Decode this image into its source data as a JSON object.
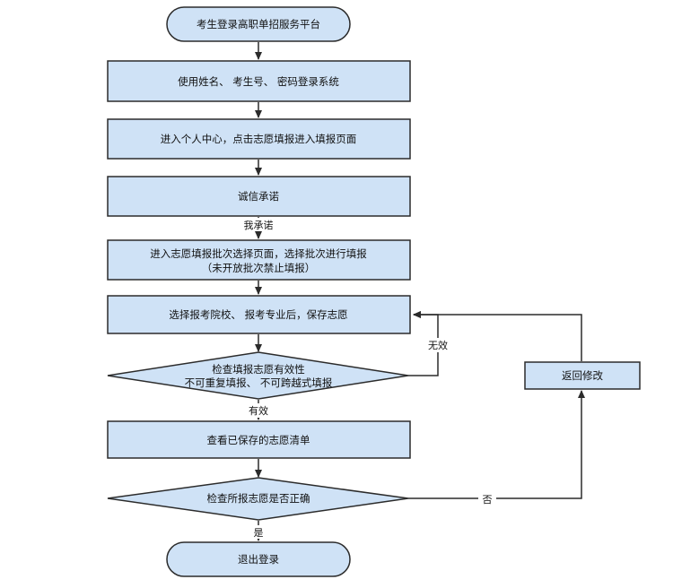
{
  "colors": {
    "node_fill": "#cfe2f6",
    "node_stroke": "#2b2b2b",
    "line": "#2b2b2b",
    "background": "#ffffff"
  },
  "nodes": {
    "start": "考生登录高职单招服务平台",
    "login": "使用姓名、 考生号、 密码登录系统",
    "enter_center": "进入个人中心，点击志愿填报进入填报页面",
    "integrity": "诚信承诺",
    "select_batch_line1": "进入志愿填报批次选择页面，选择批次进行填报",
    "select_batch_line2": "（未开放批次禁止填报）",
    "select_school": "选择报考院校、 报考专业后，保存志愿",
    "check_valid_line1": "检查填报志愿有效性",
    "check_valid_line2": "不可重复填报、 不可跨越式填报",
    "view_list": "查看已保存的志愿清单",
    "check_correct": "检查所报志愿是否正确",
    "logout": "退出登录",
    "return_modify": "返回修改"
  },
  "edge_labels": {
    "promise": "我承诺",
    "invalid": "无效",
    "valid": "有效",
    "no": "否",
    "yes": "是"
  }
}
